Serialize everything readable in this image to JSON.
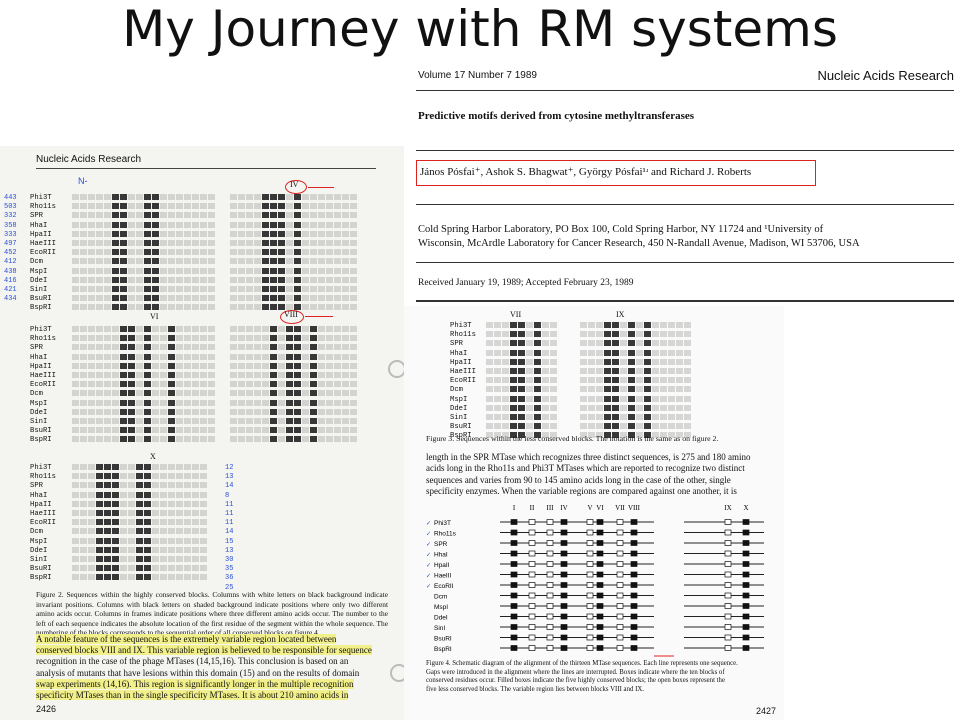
{
  "slide_title": "My Journey with RM systems",
  "header": {
    "volume": "Volume 17 Number 7 1989",
    "journal": "Nucleic Acids Research",
    "paper_title": "Predictive motifs derived from cytosine methyltransferases",
    "authors": "János Pósfai⁺, Ashok S. Bhagwat⁺, György Pósfai¹ʴ and Richard J. Roberts",
    "affiliation_line1": "Cold Spring Harbor Laboratory, PO Box 100, Cold Spring Harbor, NY 11724 and ¹University of",
    "affiliation_line2": "Wisconsin, McArdle Laboratory for Cancer Research, 450 N-Randall Avenue, Madison, WI 53706, USA",
    "received": "Received January 19, 1989; Accepted February 23, 1989"
  },
  "left_page": {
    "journal_header": "Nucleic Acids Research",
    "handwriting_top": "N-",
    "block_labels": [
      "IV",
      "VI",
      "VIII",
      "X"
    ],
    "blue_numbers_top": [
      "443",
      "503",
      "332",
      "358",
      "333",
      "497",
      "452",
      "412",
      "438",
      "416",
      "421",
      "434"
    ],
    "blue_numbers_x": [
      "12",
      "13",
      "14",
      "8",
      "11",
      "11",
      "11",
      "14",
      "15",
      "13",
      "30",
      "35",
      "36",
      "25"
    ],
    "figure2_caption": "Figure 2. Sequences within the highly conserved blocks. Columns with white letters on black background indicate invariant positions. Columns with black letters on shaded background indicate positions where only two different amino acids occur. Columns in frames indicate positions where three different amino acids occur. The number to the left of each sequence indicates the absolute location of the first residue of the segment within the whole sequence. The numbering of the blocks corresponds to the sequential order of all conserved blocks on figure 4.",
    "body_lines": [
      "A notable feature of the sequences is the extremely variable region located between",
      "conserved blocks VIII and IX. This variable region is believed to be responsible for sequence",
      "recognition in the case of the phage MTases (14,15,16). This conclusion is based on an",
      "analysis of mutants that have lesions within this domain (15) and on the results of domain",
      "swap experiments (14,16). This region is significantly longer in the multiple recognition",
      "specificity MTases than in the single specificity MTases. It is about 210 amino acids in"
    ],
    "page_number": "2426"
  },
  "sequence_names": [
    "Phi3T",
    "Rho11s",
    "SPR",
    "HhaI",
    "HpaII",
    "HaeIII",
    "EcoRII",
    "Dcm",
    "MspI",
    "DdeI",
    "SinI",
    "BsuRI",
    "BspRI"
  ],
  "right_page": {
    "block_labels_top": [
      "VII",
      "IX"
    ],
    "figure3_caption": "Figure 3. Sequences within the less conserved blocks. The notation is the same as on figure 2.",
    "body_lines": [
      "length in the SPR MTase which recognizes three distinct sequences, is 275 and 180 amino",
      "acids long in the Rho11s and Phi3T MTases which are reported to recognize two distinct",
      "sequences and varies from 90 to 145 amino acids long in the case of the other, single",
      "specificity enzymes. When the variable regions are compared against one another, it is"
    ],
    "diagram_block_labels": [
      "I",
      "II",
      "III",
      "IV",
      "V",
      "VI",
      "VII",
      "VIII",
      "IX",
      "X"
    ],
    "figure4_caption_lines": [
      "Figure 4. Schematic diagram of the alignment of the thirteen MTase sequences. Each line represents one sequence.",
      "Gaps were introduced in the alignment where the lines are interrupted. Boxes indicate where the ten blocks of",
      "conserved residues occur. Filled boxes indicate the five highly conserved blocks; the open boxes represent the",
      "five less conserved blocks. The variable region lies between blocks VIII and IX."
    ],
    "page_number": "2427"
  }
}
